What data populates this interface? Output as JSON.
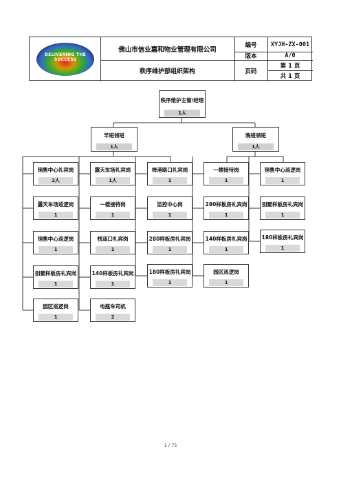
{
  "header": {
    "logo_label": "DELIVERING THE SUCCESS",
    "company": "佛山市信业嘉和物业管理有限公司",
    "doc_title": "秩序维护部组织架构",
    "code_label": "编号",
    "code_value": "XYJH-ZX-001",
    "version_label": "版本",
    "version_value": "A/0",
    "page_label": "页码",
    "page_current": "第 1 页",
    "page_total": "共 1 页"
  },
  "org": {
    "head": {
      "title": "秩序维护主管/经理",
      "count": "1人"
    },
    "day_shift": {
      "title": "早班领班",
      "count": "1人"
    },
    "night_shift": {
      "title": "晚班领班",
      "count": "1人"
    },
    "col1": [
      {
        "title": "销售中心礼宾岗",
        "count": "2人"
      },
      {
        "title": "露天车场巡逻岗",
        "count": "1"
      },
      {
        "title": "销售中心巡逻岗",
        "count": "1"
      },
      {
        "title": "别墅样板房礼宾岗",
        "count": "1"
      },
      {
        "title": "园区巡逻岗",
        "count": "1"
      }
    ],
    "col2": [
      {
        "title": "露天车场礼宾岗",
        "count": "1人"
      },
      {
        "title": "一楼接待岗",
        "count": "1"
      },
      {
        "title": "栈道口礼宾岗",
        "count": "1"
      },
      {
        "title": "140样板房礼宾岗",
        "count": "1"
      },
      {
        "title": "电瓶车司机",
        "count": "2"
      }
    ],
    "col3": [
      {
        "title": "禅港路口礼宾岗",
        "count": "1"
      },
      {
        "title": "监控中心岗",
        "count": "1"
      },
      {
        "title": "280样板房礼宾岗",
        "count": "1"
      },
      {
        "title": "180样板房礼宾岗",
        "count": "1"
      }
    ],
    "col4": [
      {
        "title": "一楼接待岗",
        "count": "1"
      },
      {
        "title": "280样板房礼宾岗",
        "count": "1"
      },
      {
        "title": "140样板房礼宾岗",
        "count": "1"
      },
      {
        "title": "园区巡逻岗",
        "count": "1"
      }
    ],
    "col5": [
      {
        "title": "销售中心巡逻岗",
        "count": "1"
      },
      {
        "title": "别墅样板房礼宾岗",
        "count": "1"
      },
      {
        "title": "180样板房礼宾岗",
        "count": "1"
      }
    ]
  },
  "footer": {
    "page_number": "1 / 75"
  }
}
